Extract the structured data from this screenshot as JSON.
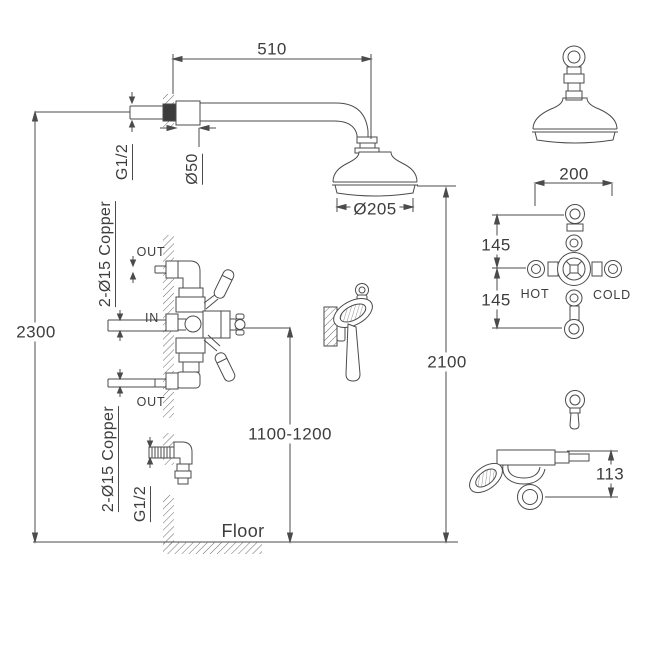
{
  "colors": {
    "line": "#4b4b4b",
    "text": "#3d3d3d",
    "background": "#ffffff"
  },
  "main_view": {
    "dim_arm_length": "510",
    "dim_overall_height": "2300",
    "label_arm_thread": "G1/2",
    "label_flange_diameter": "Ø50",
    "dim_head_diameter": "Ø205",
    "label_supply_upper": "2-Ø15 Copper",
    "label_out_upper": "OUT",
    "label_in": "IN",
    "label_out_lower": "OUT",
    "label_supply_lower": "2-Ø15 Copper",
    "label_outlet_thread": "G1/2",
    "label_floor": "Floor",
    "dim_valve_height": "1100-1200",
    "dim_head_height": "2100"
  },
  "detail_valve": {
    "dim_width": "200",
    "dim_upper_offset": "145",
    "dim_lower_offset": "145",
    "label_hot": "HOT",
    "label_cold": "COLD"
  },
  "detail_cradle": {
    "dim_height": "113"
  }
}
